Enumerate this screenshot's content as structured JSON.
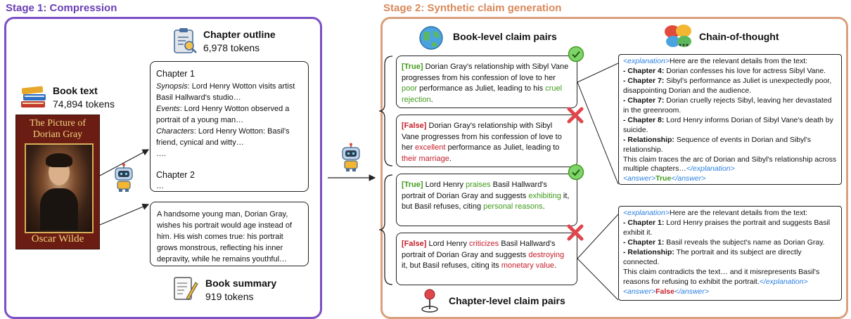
{
  "stage1": {
    "title": "Stage 1: Compression",
    "book_text_label": "Book text",
    "book_text_tokens": "74,894 tokens",
    "cover": {
      "title_line1": "The Picture of",
      "title_line2": "Dorian Gray",
      "author": "Oscar Wilde"
    },
    "outline_label": "Chapter outline",
    "outline_tokens": "6,978 tokens",
    "outline_card": {
      "ch1": "Chapter 1",
      "synopsis_key": "Synopsis",
      "synopsis_text": ": Lord Henry Wotton visits artist Basil Hallward's studio…",
      "events_key": "Events",
      "events_text": ": Lord Henry Wotton observed a portrait of a young man…",
      "characters_key": "Characters",
      "characters_text": ": Lord Henry Wotton: Basil's friend, cynical and witty…",
      "dots": "….",
      "ch2": "Chapter 2",
      "ch2_dots": "…"
    },
    "summary_card": "A handsome young man, Dorian Gray, wishes his portrait would age instead of him. His wish comes true: his portrait grows monstrous, reflecting his inner depravity, while he remains youthful…",
    "summary_label": "Book summary",
    "summary_tokens": "919 tokens"
  },
  "stage2": {
    "title": "Stage 2: Synthetic claim generation",
    "book_level_label": "Book-level claim pairs",
    "cot_label": "Chain-of-thought",
    "chapter_level_label": "Chapter-level claim pairs",
    "claims": [
      {
        "tag": "[True]",
        "p1": " Dorian Gray's relationship with Sibyl Vane progresses from his confession of love to her ",
        "h1": "poor",
        "p2": " performance as Juliet, leading to his ",
        "h2": "cruel rejection",
        "p3": "."
      },
      {
        "tag": "[False]",
        "p1": " Dorian Gray's relationship with Sibyl Vane progresses from his confession of love to her ",
        "h1": "excellent",
        "p2": " performance as Juliet, leading to ",
        "h2": "their marriage",
        "p3": "."
      },
      {
        "tag": "[True]",
        "p1": " Lord Henry ",
        "h1": "praises",
        "p2": " Basil Hallward's portrait of Dorian Gray and suggests ",
        "h2": "exhibiting",
        "p3": " it, but Basil refuses, citing ",
        "h3": "personal reasons",
        "p4": "."
      },
      {
        "tag": "[False]",
        "p1": " Lord Henry ",
        "h1": "criticizes",
        "p2": " Basil Hallward's portrait of Dorian Gray and suggests ",
        "h2": "destroying",
        "p3": " it, but Basil refuses, citing its ",
        "h3": "monetary value",
        "p4": "."
      }
    ],
    "cot1": {
      "open": "<explanation>",
      "intro": "Here are the relevant details from the text:",
      "lines": [
        {
          "k": "- Chapter 4:",
          "v": " Dorian confesses his love for actress Sibyl Vane."
        },
        {
          "k": "- Chapter 7:",
          "v": " Sibyl's performance as Juliet is unexpectedly poor, disappointing Dorian and the audience."
        },
        {
          "k": "- Chapter 7:",
          "v": " Dorian cruelly rejects Sibyl, leaving her devastated in the greenroom."
        },
        {
          "k": "- Chapter 8:",
          "v": " Lord Henry informs Dorian of Sibyl Vane's death by suicide."
        },
        {
          "k": "- Relationship:",
          "v": " Sequence of events in Dorian and Sibyl's relationship."
        }
      ],
      "conclusion": "This claim traces the arc of Dorian and Sibyl's relationship across multiple chapters…",
      "close": "</explanation>",
      "ans_open": "<answer>",
      "ans": "True",
      "ans_close": "</answer>"
    },
    "cot2": {
      "open": "<explanation>",
      "intro": "Here are the relevant details from the text:",
      "lines": [
        {
          "k": "- Chapter 1:",
          "v": " Lord Henry praises the portrait and suggests Basil exhibit it."
        },
        {
          "k": "- Chapter 1:",
          "v": " Basil reveals the subject's name as Dorian Gray."
        },
        {
          "k": "- Relationship:",
          "v": " The portrait and its subject are directly connected."
        }
      ],
      "conclusion": "This claim contradicts the text… and it misrepresents Basil's reasons for refusing to exhibit the portrait.",
      "close": "</explanation>",
      "ans_open": "<answer>",
      "ans": "False",
      "ans_close": "</answer>"
    }
  },
  "colors": {
    "stage1": "#7b4fc4",
    "stage2": "#d9a07c",
    "true": "#3f9a1a",
    "false": "#c4202c",
    "tag": "#2a7fe0"
  },
  "icons": [
    "books-icon",
    "clipboard-search-icon",
    "robot-icon",
    "memo-pencil-icon",
    "globe-icon",
    "speech-bubbles-icon",
    "check-icon",
    "cross-icon",
    "map-pin-icon"
  ]
}
